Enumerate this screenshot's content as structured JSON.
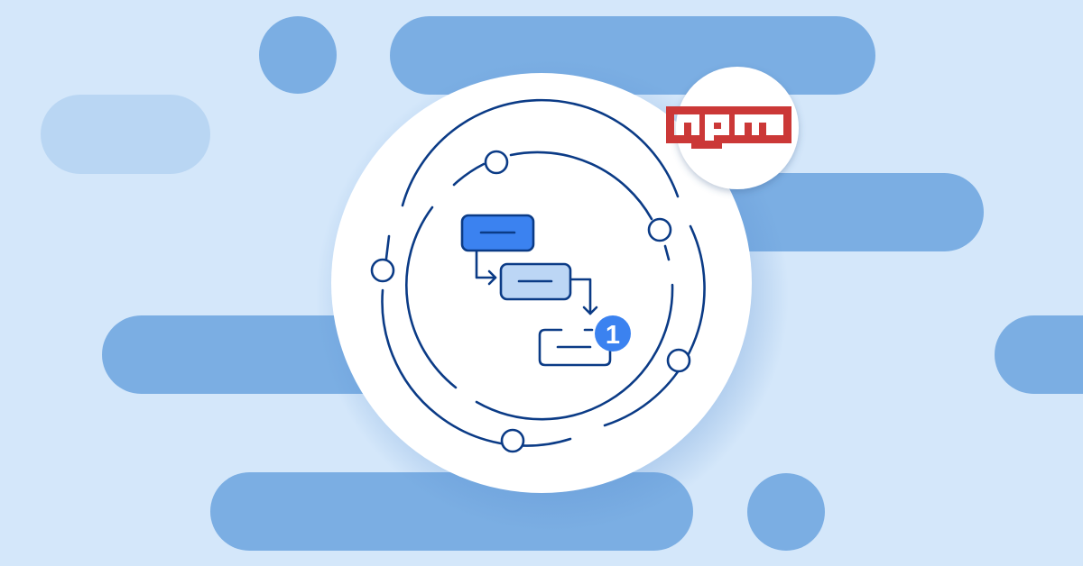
{
  "banner": {
    "logo_text": "npm",
    "badge_number": "1",
    "colors": {
      "background": "#d4e7fa",
      "pill_dark": "#7baee3",
      "pill_light": "#b9d6f3",
      "circle": "#ffffff",
      "line": "#0b3b86",
      "node_primary": "#3b82f0",
      "node_secondary": "#bcd6f5",
      "badge": "#3b82f0",
      "npm_red": "#cb3837"
    }
  },
  "workflow": {
    "steps": [
      {
        "label": "—",
        "state": "active"
      },
      {
        "label": "—",
        "state": "secondary"
      },
      {
        "label": "—",
        "state": "pending"
      }
    ]
  }
}
